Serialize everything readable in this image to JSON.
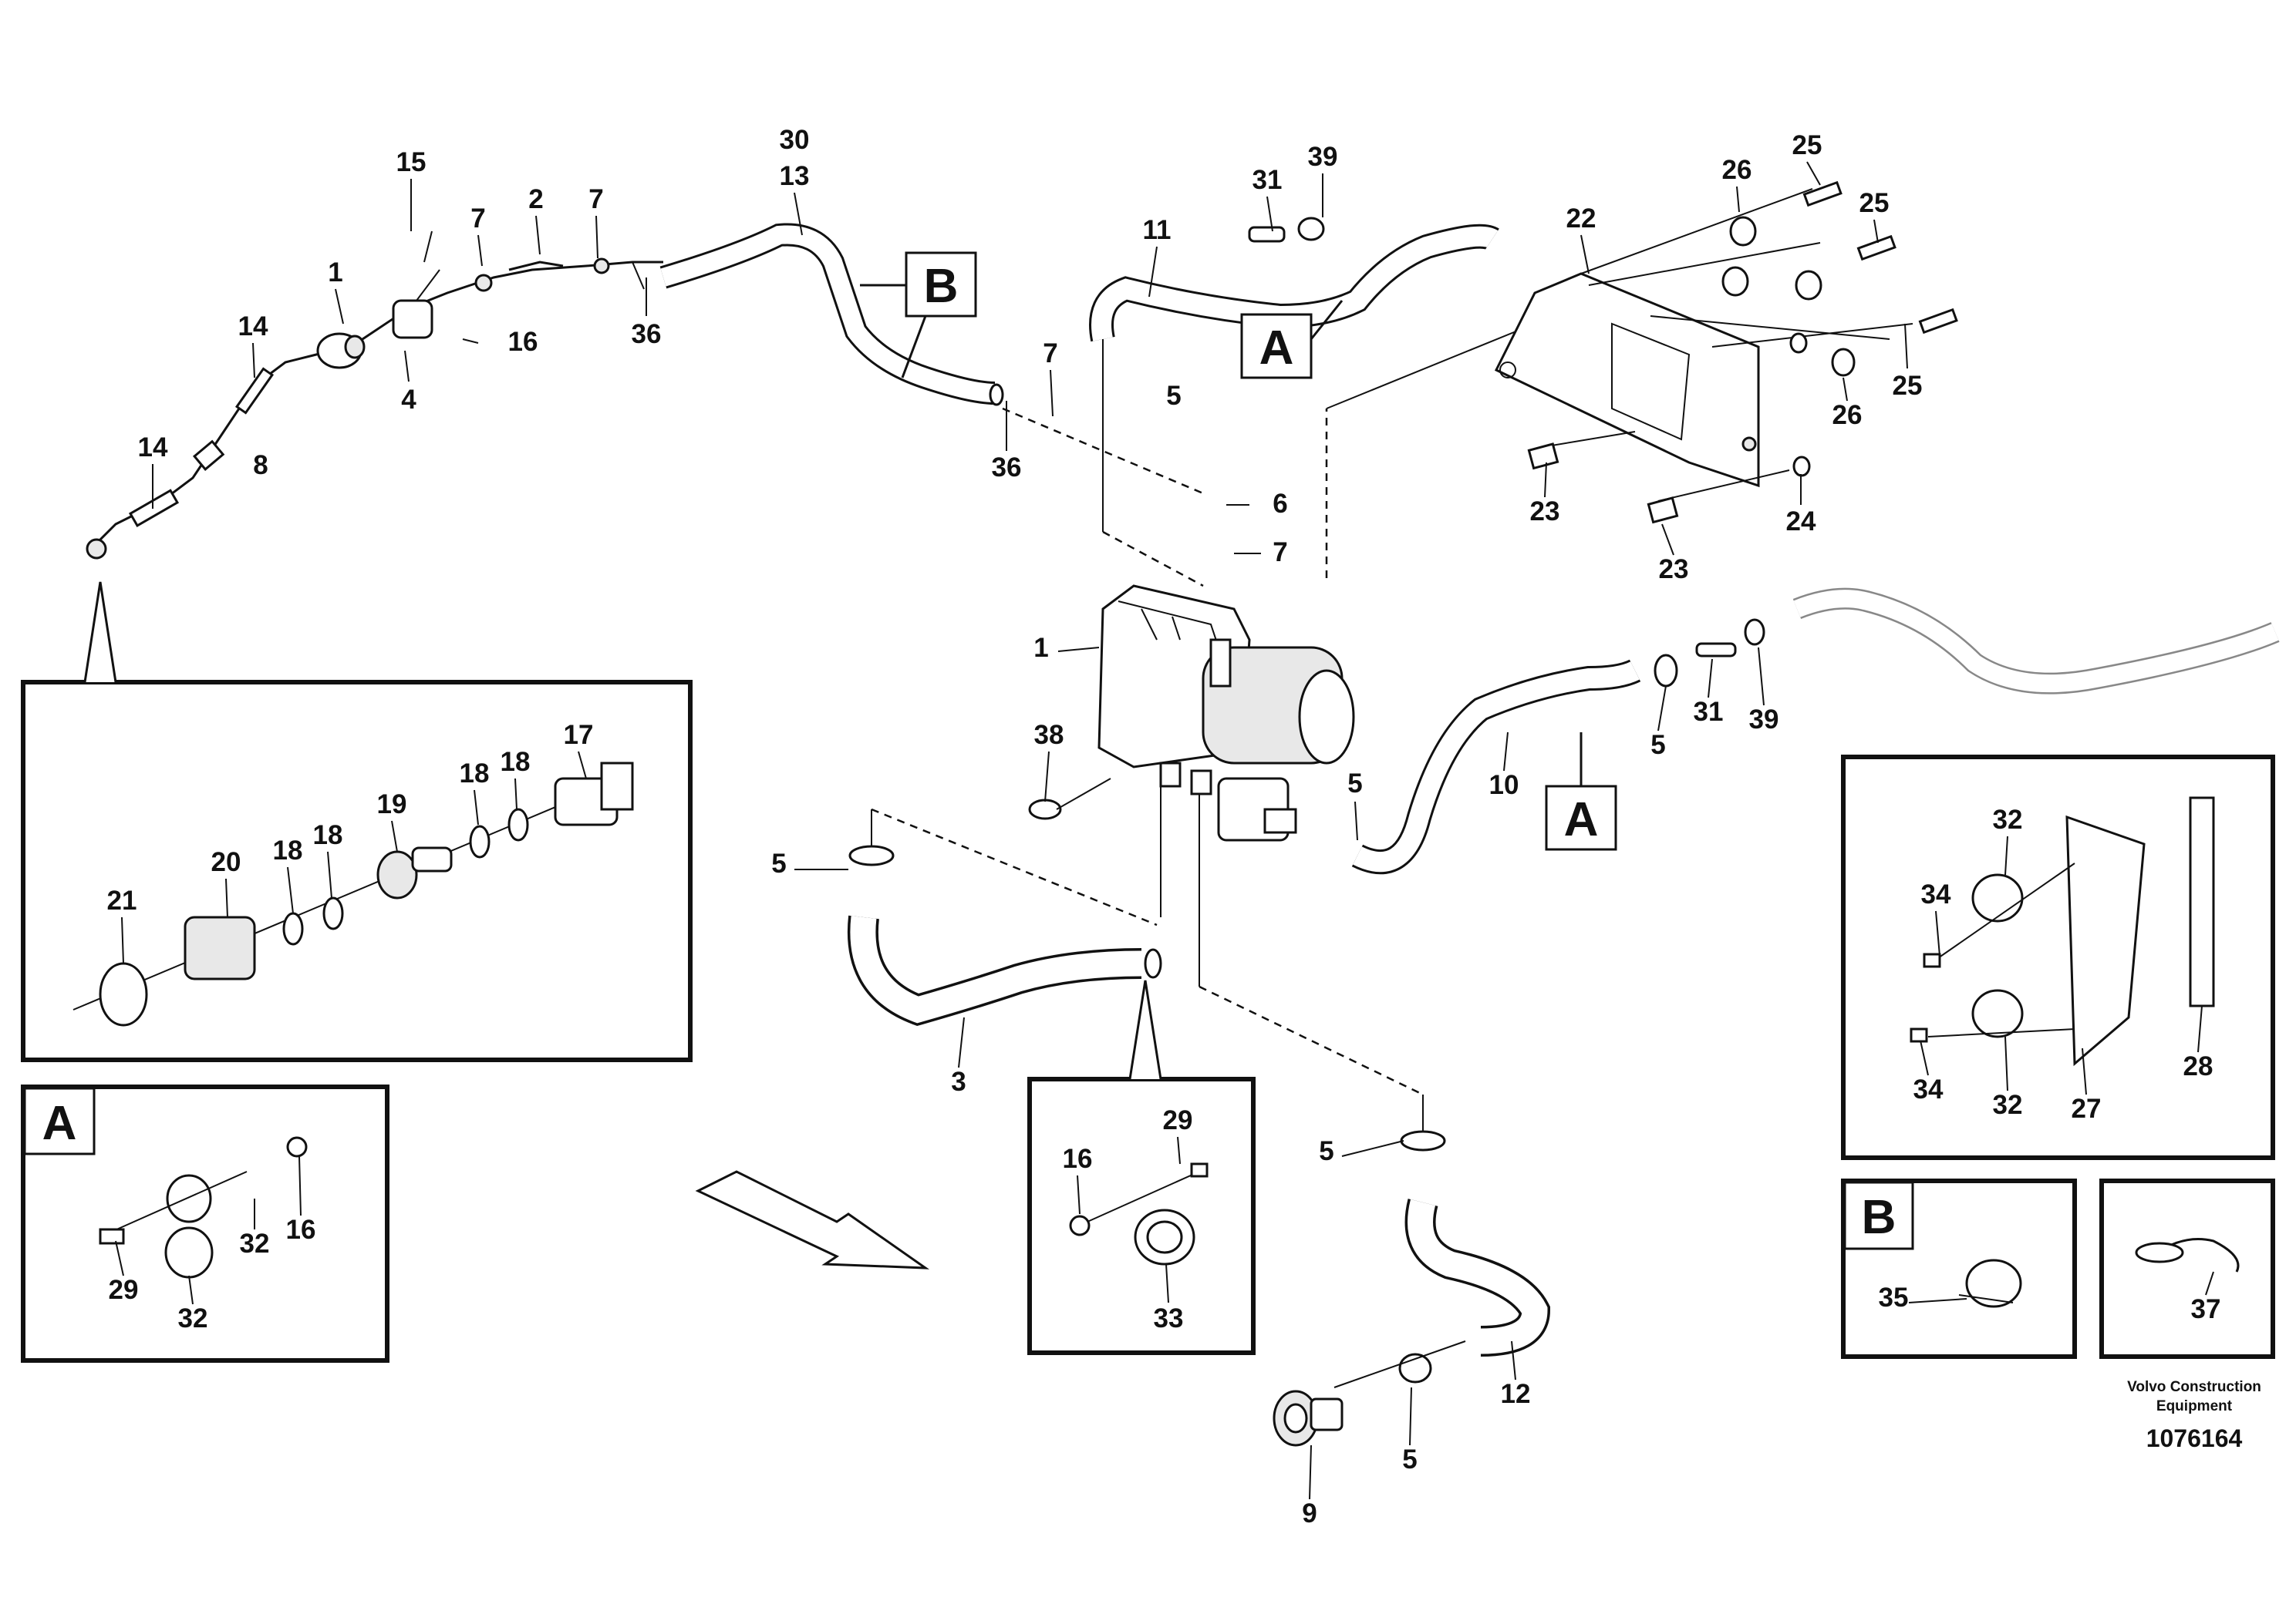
{
  "callouts": {
    "c30": "30",
    "c13": "13",
    "c15": "15",
    "c7a": "7",
    "c2": "2",
    "c7b": "7",
    "c1a": "1",
    "c14a": "14",
    "c16a": "16",
    "c4": "4",
    "c36a": "36",
    "c14b": "14",
    "c8": "8",
    "c31a": "31",
    "c39a": "39",
    "c11": "11",
    "c7c": "7",
    "c5a": "5",
    "c36b": "36",
    "c6": "6",
    "c7d": "7",
    "c22": "22",
    "c26a": "26",
    "c25a": "25",
    "c25b": "25",
    "c25c": "25",
    "c26b": "26",
    "c23a": "23",
    "c23b": "23",
    "c24": "24",
    "c1b": "1",
    "c38": "38",
    "c5b": "5",
    "c5c": "5",
    "c10": "10",
    "c5d": "5",
    "c31b": "31",
    "c39b": "39",
    "c3": "3",
    "c5e": "5",
    "c12": "12",
    "c5f": "5",
    "c9": "9",
    "c17": "17",
    "c18a": "18",
    "c18b": "18",
    "c19": "19",
    "c18c": "18",
    "c18d": "18",
    "c20": "20",
    "c21": "21",
    "c32a": "32",
    "c16b": "16",
    "c29a": "29",
    "c32b": "32",
    "c29b": "29",
    "c16c": "16",
    "c33": "33",
    "c32c": "32",
    "c34a": "34",
    "c34b": "34",
    "c32d": "32",
    "c27": "27",
    "c28": "28",
    "c35": "35",
    "c37": "37"
  },
  "view_labels": {
    "b_main": "B",
    "a_main_top": "A",
    "a_main_right": "A",
    "a_detail": "A",
    "b_detail": "B"
  },
  "footer": {
    "brand_line1": "Volvo Construction",
    "brand_line2": "Equipment",
    "drawing_number": "1076164"
  },
  "icons": [
    "direction-arrow-icon"
  ]
}
